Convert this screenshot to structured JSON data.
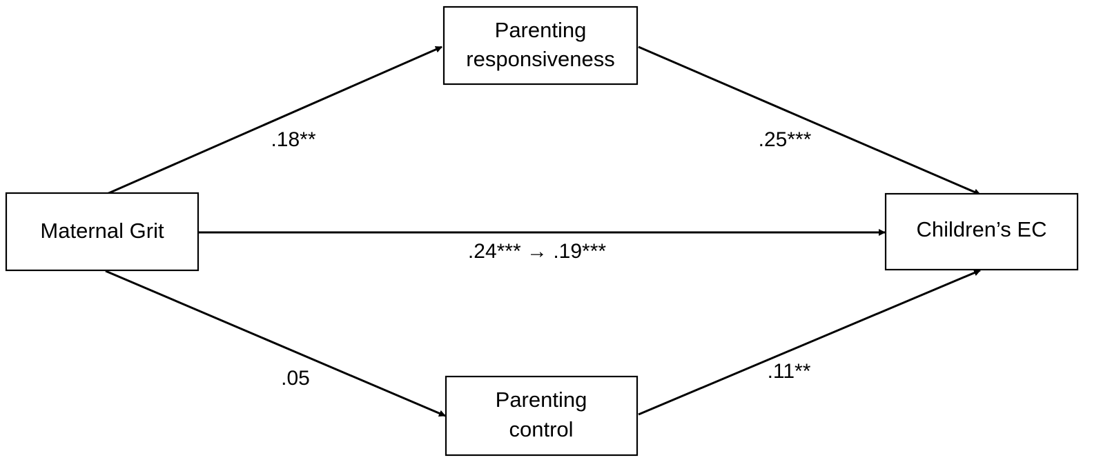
{
  "nodes": {
    "maternal_grit": {
      "lines": [
        "Maternal Grit"
      ]
    },
    "parenting_responsiveness": {
      "lines": [
        "Parenting",
        "responsiveness"
      ]
    },
    "parenting_control": {
      "lines": [
        "Parenting",
        "control"
      ]
    },
    "childrens_ec": {
      "lines": [
        "Children’s EC"
      ]
    }
  },
  "edges": {
    "grit_to_responsiveness": {
      "label": ".18**"
    },
    "responsiveness_to_ec": {
      "label": ".25***"
    },
    "grit_to_ec": {
      "label": ".24*** → .19***"
    },
    "grit_to_control": {
      "label": ".05"
    },
    "control_to_ec": {
      "label": ".11**"
    }
  },
  "colors": {
    "stroke": "#000000",
    "background": "#ffffff"
  }
}
